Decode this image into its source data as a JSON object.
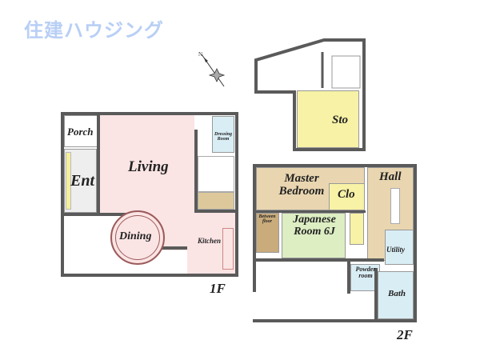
{
  "logo": {
    "text": "住建ハウジング"
  },
  "compass": {
    "label": "N"
  },
  "floor1": {
    "label": "1F",
    "rooms": {
      "porch": "Porch",
      "ent": "Ent",
      "living": "Living",
      "dining": "Dining",
      "kitchen": "Kitchen",
      "dressing": "Dressing Room"
    }
  },
  "floor2": {
    "label": "2F",
    "rooms": {
      "master": "Master Bedroom",
      "clo": "Clo",
      "hall": "Hall",
      "between": "Between floor",
      "japanese": "Japanese Room 6J",
      "utility": "Utility",
      "powder": "Powder room",
      "bath": "Bath",
      "sto": "Sto"
    }
  },
  "colors": {
    "living": "#fbe4e4",
    "tan": "#e9d6b0",
    "yellow": "#f8f2a6",
    "blue": "#d9edf4",
    "green": "#ddeec3",
    "brown": "#c9ab7c"
  }
}
